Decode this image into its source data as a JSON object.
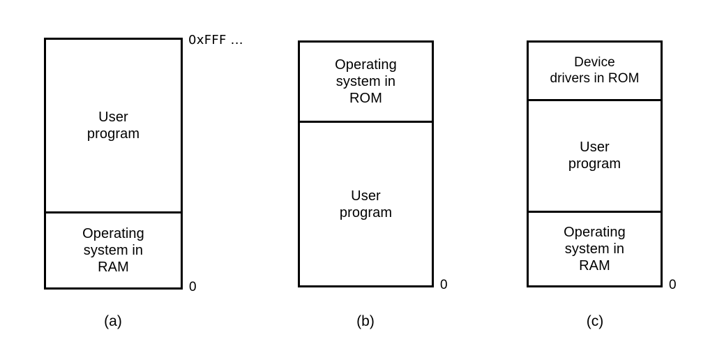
{
  "figure": {
    "title": "Three simple ways of organizing memory with an operating system and one user process",
    "background_color": "#ffffff",
    "line_color": "#000000"
  },
  "panels": [
    {
      "id": "a",
      "caption": "(a)",
      "top_address": "0xFFF ...",
      "bottom_address": "0",
      "segments": [
        {
          "name": "user-program",
          "label": "User\nprogram"
        },
        {
          "name": "operating-system-ram",
          "label": "Operating\nsystem in\nRAM"
        }
      ]
    },
    {
      "id": "b",
      "caption": "(b)",
      "top_address": "",
      "bottom_address": "0",
      "segments": [
        {
          "name": "operating-system-rom",
          "label": "Operating\nsystem in\nROM"
        },
        {
          "name": "user-program",
          "label": "User\nprogram"
        }
      ]
    },
    {
      "id": "c",
      "caption": "(c)",
      "top_address": "",
      "bottom_address": "0",
      "segments": [
        {
          "name": "device-drivers-rom",
          "label": "Device\ndrivers in ROM"
        },
        {
          "name": "user-program",
          "label": "User\nprogram"
        },
        {
          "name": "operating-system-ram",
          "label": "Operating\nsystem in\nRAM"
        }
      ]
    }
  ]
}
